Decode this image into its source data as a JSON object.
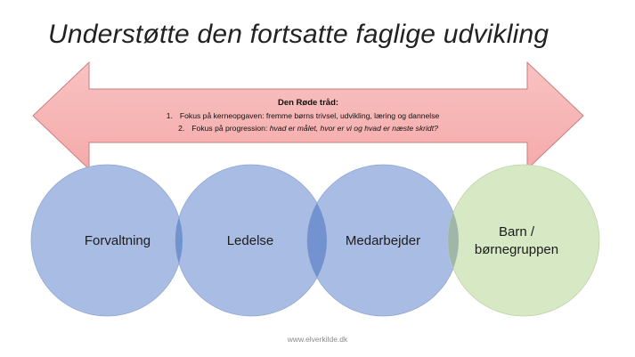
{
  "slide": {
    "title": "Understøtte den fortsatte faglige udvikling",
    "footer": "www.elverkilde.dk"
  },
  "arrow": {
    "heading": "Den Røde tråd:",
    "items": [
      {
        "number": "1.",
        "text": "Fokus på kerneopgaven: fremme børns trivsel, udvikling, læring og dannelse",
        "emphasis": ""
      },
      {
        "number": "2.",
        "text": "Fokus på progression: ",
        "emphasis": "hvad er målet, hvor er vi og hvad er næste skridt?"
      }
    ]
  },
  "circles": [
    {
      "label_lines": [
        "Forvaltning"
      ]
    },
    {
      "label_lines": [
        "Ledelse"
      ]
    },
    {
      "label_lines": [
        "Medarbejder"
      ]
    },
    {
      "label_lines": [
        "Barn /",
        "børnegruppen"
      ]
    }
  ],
  "colors": {
    "arrow_fill": "#f6aaaa",
    "arrow_stroke": "#c87e7e",
    "circle_blue": "#a9bce4",
    "circle_blue_stroke": "#8fa5d2",
    "overlap_blue": "#7293d0",
    "circle_green": "#d6e8c4",
    "circle_green_stroke": "#bed3a9",
    "overlap_green": "#9fb6a8"
  }
}
